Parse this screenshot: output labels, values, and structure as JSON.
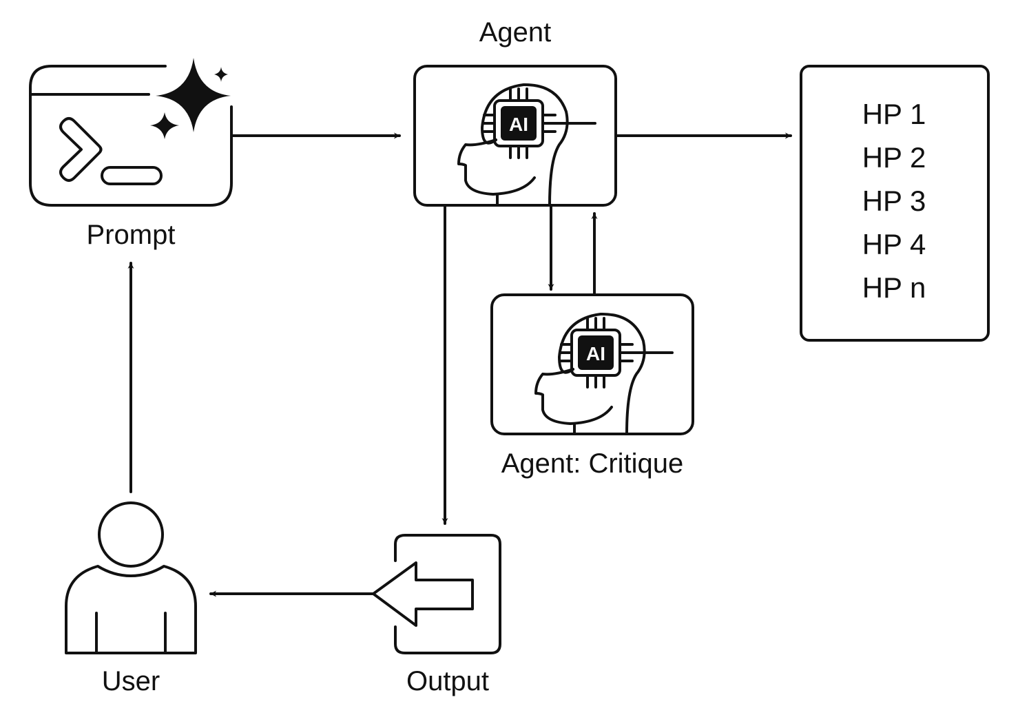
{
  "diagram": {
    "nodes": {
      "prompt": {
        "label": "Prompt",
        "icon": "terminal-sparkle-icon"
      },
      "agent": {
        "label": "Agent",
        "icon": "ai-head-icon",
        "chip_text": "AI"
      },
      "critique": {
        "label": "Agent: Critique",
        "icon": "ai-head-icon",
        "chip_text": "AI"
      },
      "hp_list": {
        "items": [
          "HP 1",
          "HP 2",
          "HP 3",
          "HP 4",
          "HP n"
        ]
      },
      "output": {
        "label": "Output",
        "icon": "output-arrow-icon"
      },
      "user": {
        "label": "User",
        "icon": "user-icon"
      }
    },
    "edges": [
      {
        "from": "prompt",
        "to": "agent"
      },
      {
        "from": "agent",
        "to": "hp_list"
      },
      {
        "from": "agent",
        "to": "critique"
      },
      {
        "from": "critique",
        "to": "agent"
      },
      {
        "from": "agent",
        "to": "output"
      },
      {
        "from": "output",
        "to": "user"
      },
      {
        "from": "user",
        "to": "prompt"
      }
    ],
    "colors": {
      "ink": "#111111",
      "background": "#ffffff"
    }
  }
}
